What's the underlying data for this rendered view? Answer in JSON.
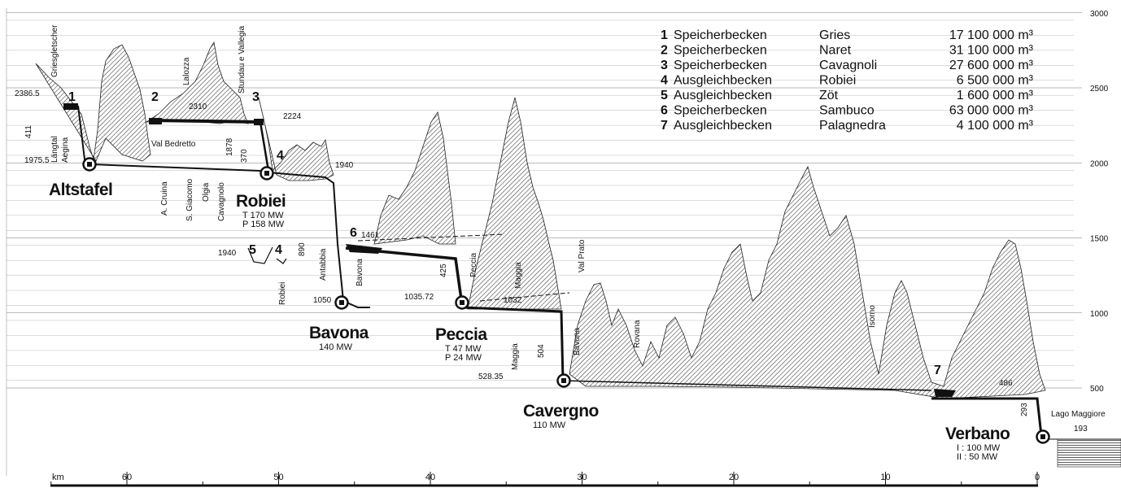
{
  "elevation_ticks": [
    "3000",
    "2500",
    "2000",
    "1500",
    "1000",
    "500"
  ],
  "distance_axis": {
    "unit": "km",
    "ticks": [
      "60",
      "50",
      "40",
      "30",
      "20",
      "10",
      "0"
    ]
  },
  "reservoir_legend": [
    {
      "num": "1",
      "type": "Speicherbecken",
      "name": "Gries",
      "volume": "17 100 000 m³"
    },
    {
      "num": "2",
      "type": "Speicherbecken",
      "name": "Naret",
      "volume": "31 100 000 m³"
    },
    {
      "num": "3",
      "type": "Speicherbecken",
      "name": "Cavagnoli",
      "volume": "27 600 000 m³"
    },
    {
      "num": "4",
      "type": "Ausgleichbecken",
      "name": "Robiei",
      "volume": "6 500 000 m³"
    },
    {
      "num": "5",
      "type": "Ausgleichbecken",
      "name": "Zöt",
      "volume": "1 600 000 m³"
    },
    {
      "num": "6",
      "type": "Speicherbecken",
      "name": "Sambuco",
      "volume": "63 000 000 m³"
    },
    {
      "num": "7",
      "type": "Ausgleichbecken",
      "name": "Palagnedra",
      "volume": "4 100 000 m³"
    }
  ],
  "plants": [
    {
      "id": "altstafel",
      "name": "Altstafel",
      "lines": []
    },
    {
      "id": "robiei",
      "name": "Robiei",
      "lines": [
        "T 170  MW",
        "P 158  MW"
      ]
    },
    {
      "id": "bavona",
      "name": "Bavona",
      "lines": [
        "140 MW"
      ]
    },
    {
      "id": "peccia",
      "name": "Peccia",
      "lines": [
        "T  47  MW",
        "P  24  MW"
      ]
    },
    {
      "id": "cavergno",
      "name": "Cavergno",
      "lines": [
        "110 MW"
      ]
    },
    {
      "id": "verbano",
      "name": "Verbano",
      "lines": [
        "I :  100  MW",
        "II :   50  MW"
      ]
    }
  ],
  "elevation_labels": {
    "e2386": "2386.5",
    "e1975": "1975.5",
    "e411": "411",
    "e2310": "2310",
    "e2224": "2224",
    "e1940a": "1940",
    "e1940b": "1940",
    "e1878": "1878",
    "e370": "370",
    "e890": "890",
    "e1050": "1050",
    "e1461": "1461",
    "e425": "425",
    "e1035": "1035.72",
    "e1032": "1032",
    "e504": "504",
    "e528": "528.35",
    "e486": "486",
    "e293": "293",
    "e193": "193"
  },
  "place_labels": {
    "griesgletscher": "Griesgletscher",
    "laengtal": "Längtal",
    "aegina": "Aegina",
    "val_bedretto": "Val Bedretto",
    "lalozza": "Lalozza",
    "stundau": "Stundau e Vallegia",
    "a_cruina": "A. Cruina",
    "s_giacomo": "S. Giacomo",
    "olgia": "Olgia",
    "cavagnolo": "Cavagnolo",
    "antabbia": "Antabbia",
    "robiei_v": "Robiei",
    "bavona_v": "Bavona",
    "peccia_v": "Peccia",
    "maggia1": "Maggia",
    "val_prato": "Val Prato",
    "maggia2": "Maggia",
    "bavona2": "Bavona",
    "rovana": "Rovana",
    "isorno": "Isorno",
    "lago_maggiore": "Lago Maggiore"
  },
  "reservoir_markers": [
    "1",
    "2",
    "3",
    "4",
    "5",
    "4",
    "6",
    "7"
  ]
}
